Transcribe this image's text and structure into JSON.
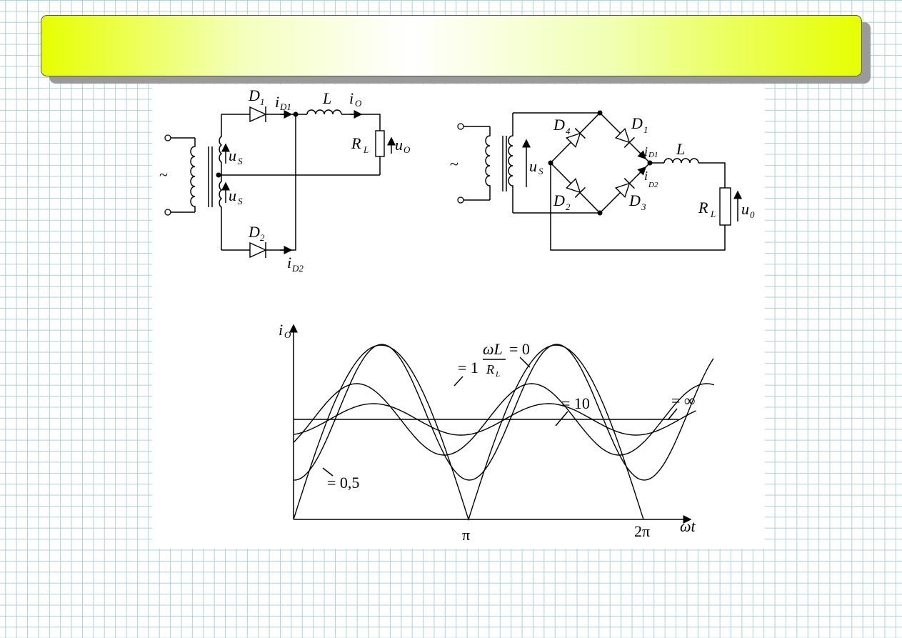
{
  "header": {
    "title": ""
  },
  "circuit_left": {
    "d1": "D",
    "d1_sub": "1",
    "d2": "D",
    "d2_sub": "2",
    "id1": "i",
    "id1_sub": "D1",
    "id2": "i",
    "id2_sub": "D2",
    "inductor": "L",
    "io": "i",
    "io_sub": "O",
    "rl": "R",
    "rl_sub": "L",
    "uo": "u",
    "uo_sub": "O",
    "us": "u",
    "us_sub": "S",
    "source": "~"
  },
  "circuit_right": {
    "d1": "D",
    "d1_sub": "1",
    "d2": "D",
    "d2_sub": "2",
    "d3": "D",
    "d3_sub": "3",
    "d4": "D",
    "d4_sub": "4",
    "id1": "i",
    "id1_sub": "D1",
    "id2": "i",
    "id2_sub": "D2",
    "inductor": "L",
    "rl": "R",
    "rl_sub": "L",
    "u0": "u",
    "u0_sub": "0",
    "us": "u",
    "us_sub": "S",
    "source": "~"
  },
  "chart_data": {
    "type": "line",
    "ylabel": "i",
    "ylabel_sub": "O",
    "xlabel": "ωt",
    "x_ticks": [
      "π",
      "2π"
    ],
    "param_numerator": "ωL",
    "param_denominator": "R",
    "param_denominator_sub": "L",
    "series": [
      {
        "name": "= 0"
      },
      {
        "name": "= 0,5"
      },
      {
        "name": "= 1"
      },
      {
        "name": "= 10"
      },
      {
        "name": "= ∞"
      }
    ]
  }
}
